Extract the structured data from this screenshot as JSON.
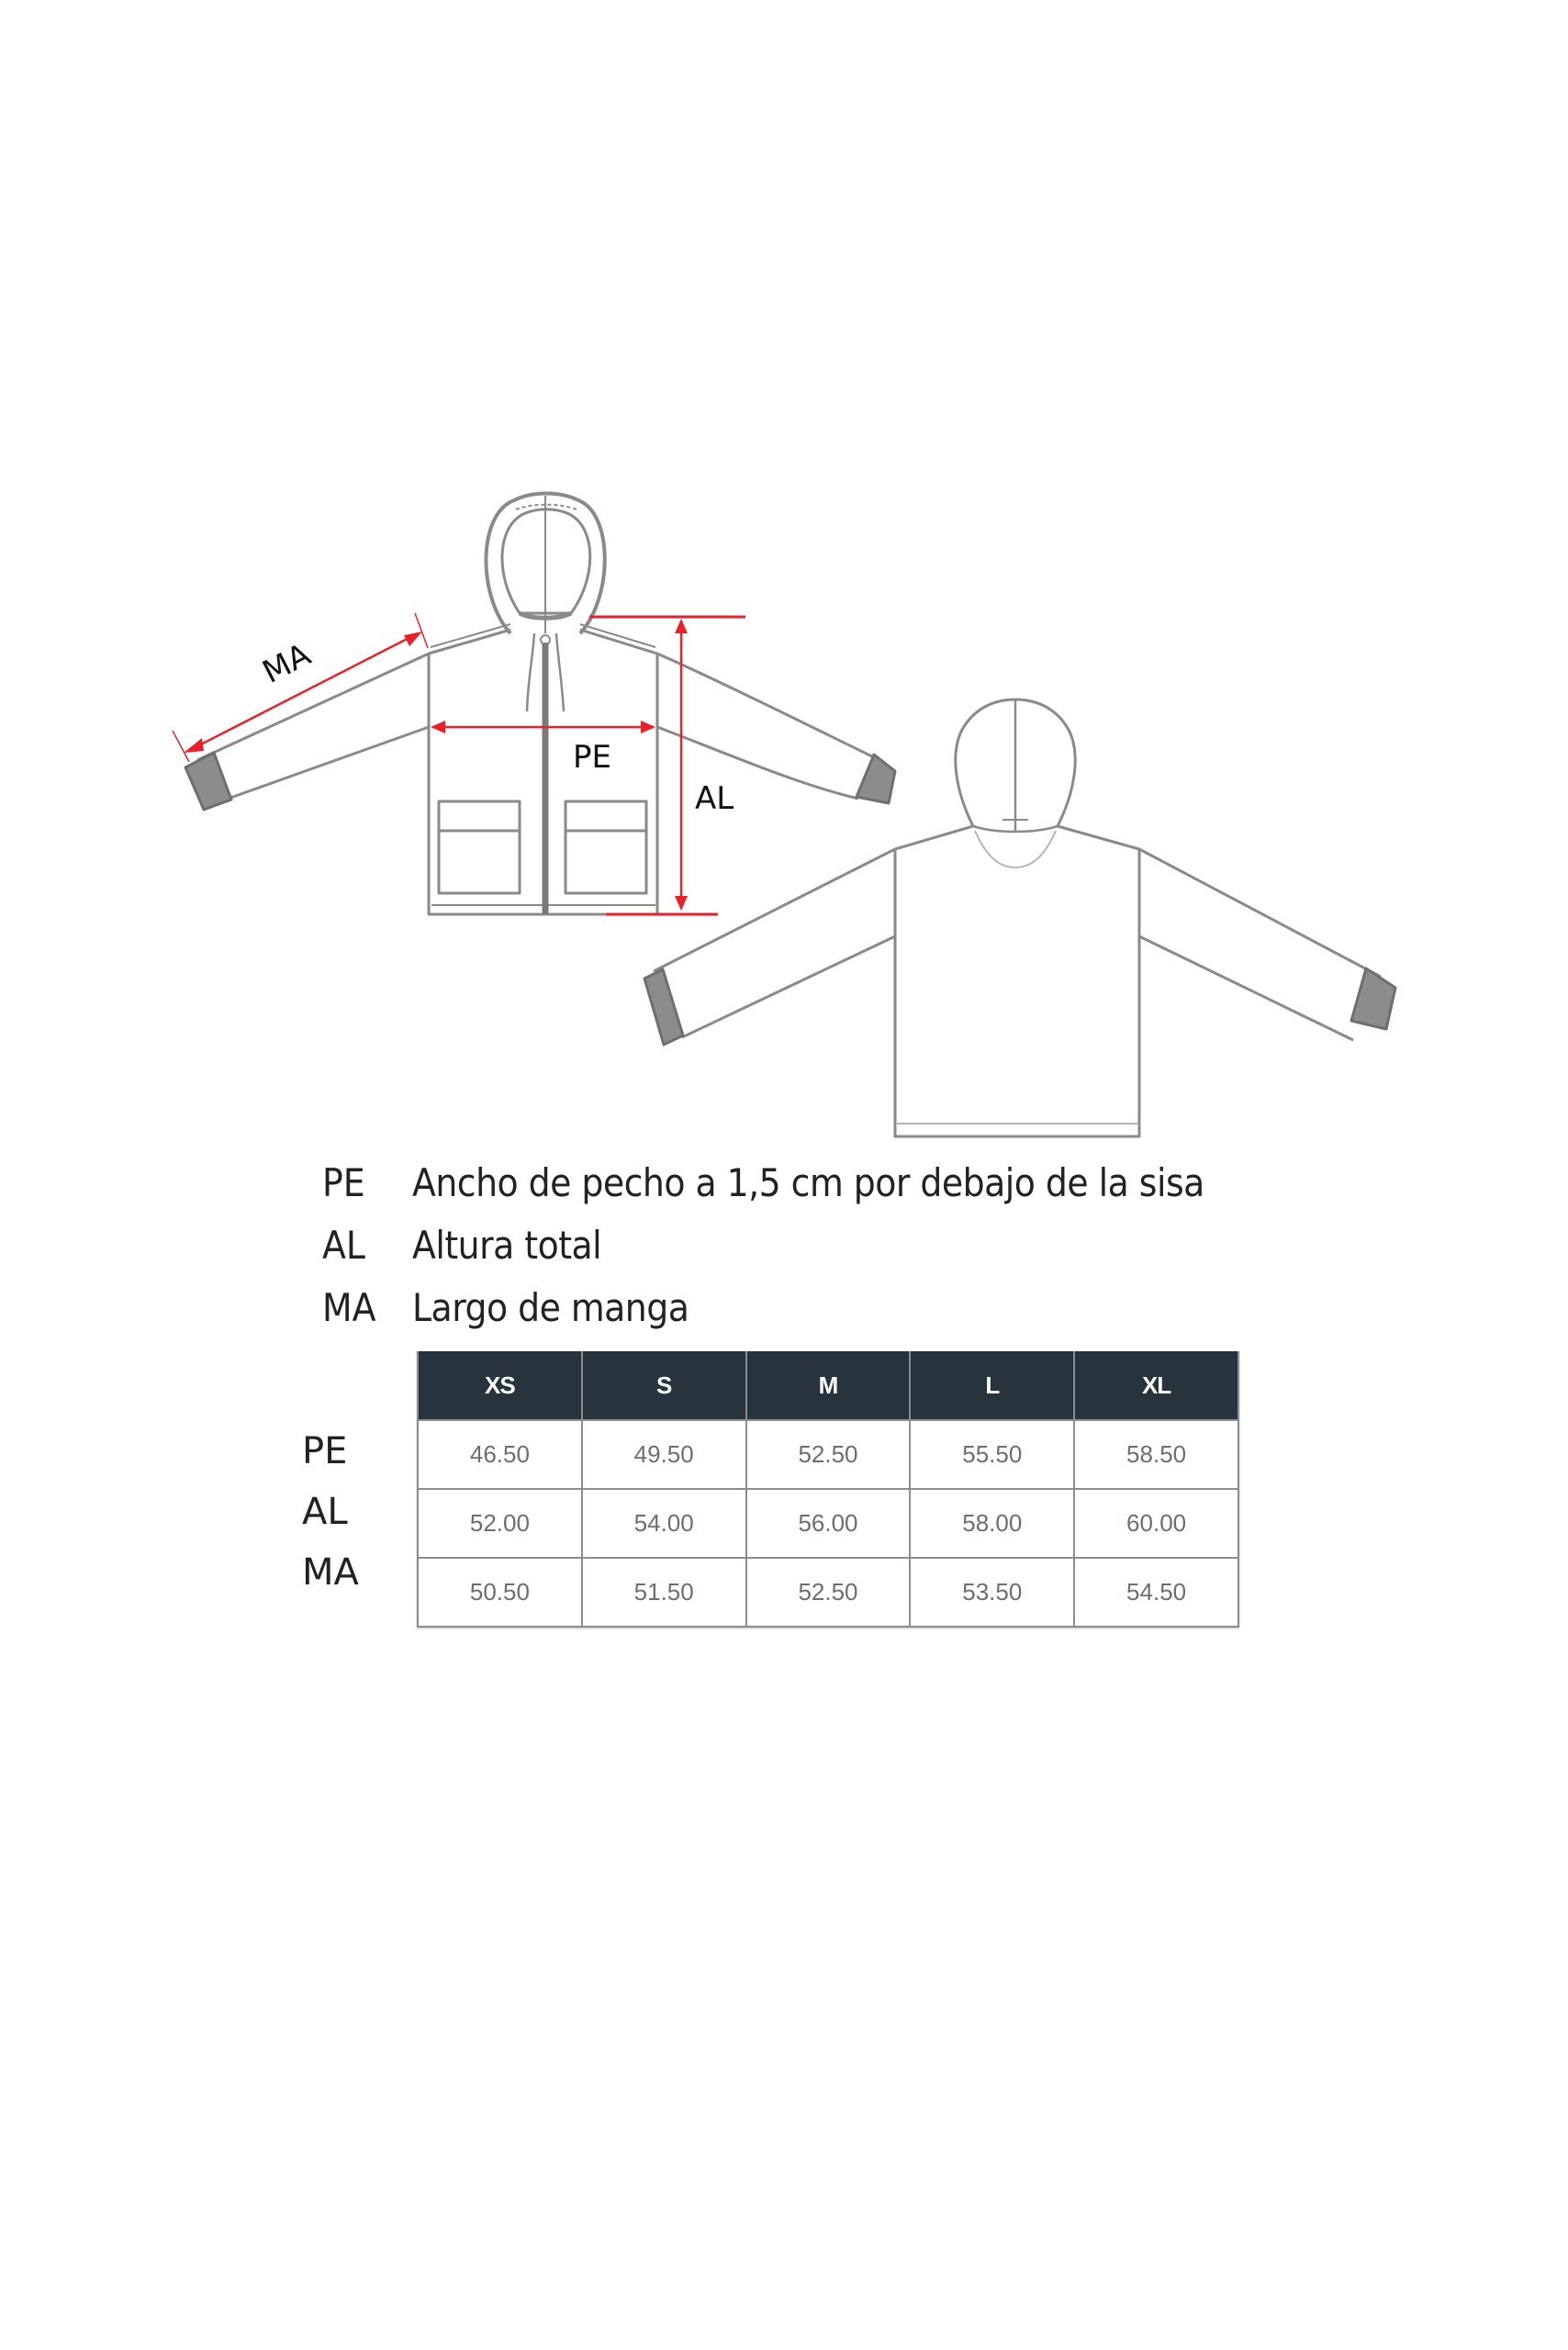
{
  "diagram": {
    "front_labels": {
      "sleeve": "MA",
      "chest": "PE",
      "height": "AL"
    },
    "colors": {
      "measure_line": "#e8222a",
      "outline": "#8a8a8a",
      "cuff": "#8c8c8c"
    }
  },
  "legend": [
    {
      "code": "PE",
      "description": "Ancho de pecho a 1,5 cm por debajo de la sisa"
    },
    {
      "code": "AL",
      "description": "Altura total"
    },
    {
      "code": "MA",
      "description": "Largo de manga"
    }
  ],
  "size_table": {
    "columns": [
      "XS",
      "S",
      "M",
      "L",
      "XL"
    ],
    "rows": [
      {
        "label": "PE",
        "values": [
          "46.50",
          "49.50",
          "52.50",
          "55.50",
          "58.50"
        ]
      },
      {
        "label": "AL",
        "values": [
          "52.00",
          "54.00",
          "56.00",
          "58.00",
          "60.00"
        ]
      },
      {
        "label": "MA",
        "values": [
          "50.50",
          "51.50",
          "52.50",
          "53.50",
          "54.50"
        ]
      }
    ],
    "header_bg": "#27333d"
  }
}
